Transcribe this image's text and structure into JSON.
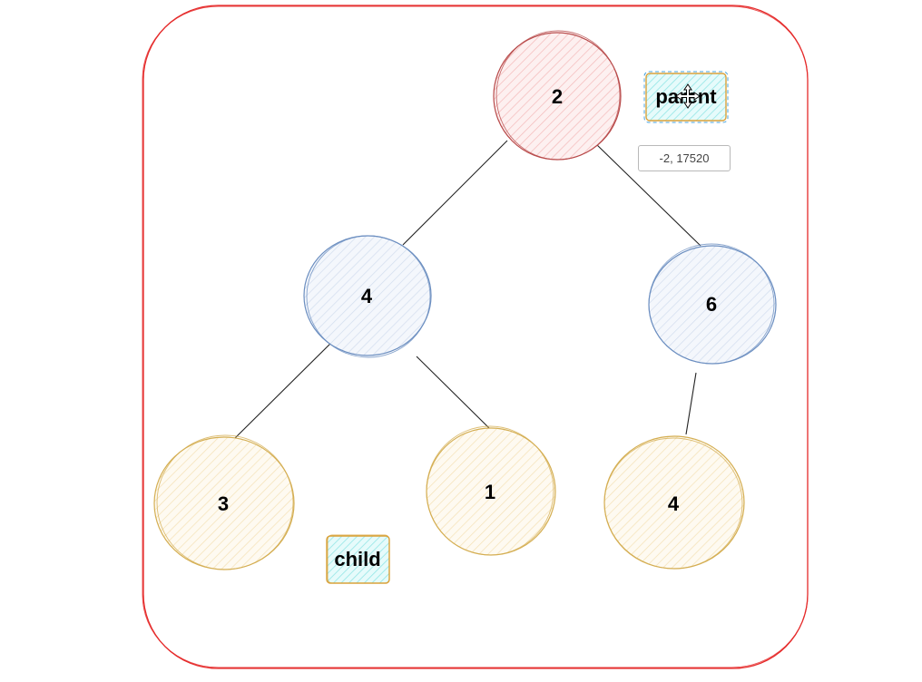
{
  "colors": {
    "frame": "#e52a2a",
    "edge": "#222222",
    "root_stroke": "#b84a4a",
    "root_fill": "#fde2e2",
    "mid_stroke": "#6b8ec0",
    "mid_fill": "#e3ebf7",
    "leaf_stroke": "#d4ae52",
    "leaf_fill": "#fcf1d9",
    "tag_stroke": "#d9a23b",
    "tag_fill": "#c9f3f3"
  },
  "tree": {
    "nodes": [
      {
        "id": "root",
        "label": "2",
        "level": "root"
      },
      {
        "id": "left",
        "label": "4",
        "level": "mid"
      },
      {
        "id": "right",
        "label": "6",
        "level": "mid"
      },
      {
        "id": "leaf-1",
        "label": "3",
        "level": "leaf"
      },
      {
        "id": "leaf-2",
        "label": "1",
        "level": "leaf"
      },
      {
        "id": "leaf-3",
        "label": "4",
        "level": "leaf"
      }
    ],
    "edges": [
      {
        "from": "root",
        "to": "left"
      },
      {
        "from": "root",
        "to": "right"
      },
      {
        "from": "left",
        "to": "leaf-1"
      },
      {
        "from": "left",
        "to": "leaf-2"
      },
      {
        "from": "right",
        "to": "leaf-3"
      }
    ]
  },
  "tags": {
    "parent": "parent",
    "child": "child"
  },
  "coordinates": "-2, 17520",
  "icons": {
    "move_handle": "move-cursor-icon"
  }
}
